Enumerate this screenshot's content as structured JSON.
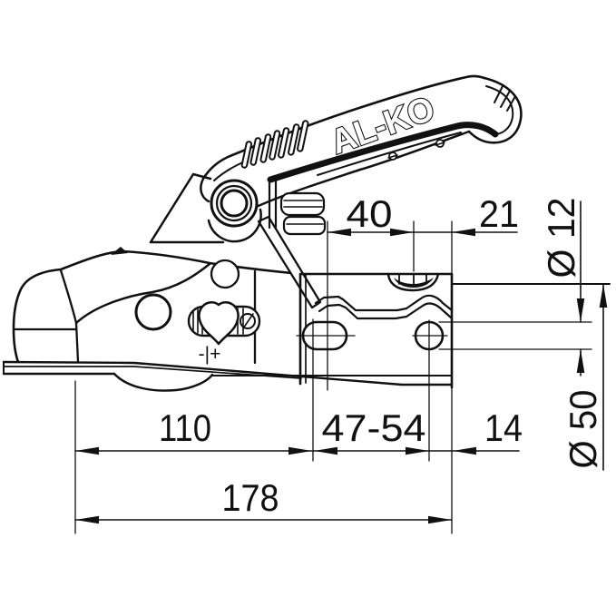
{
  "labels": {
    "brand": "AL-KO",
    "friction_adjuster": "-|+"
  },
  "dimensions": {
    "slot_to_clamp": "40",
    "clamp_to_edge": "21",
    "hole_diameter": "Ø 12",
    "tube_diameter": "Ø 50",
    "front_to_slot": "110",
    "hole_spacing_range": "47-54",
    "edge_offset": "14",
    "overall_length": "178"
  },
  "colors": {
    "line": "#111111",
    "background": "#ffffff"
  }
}
